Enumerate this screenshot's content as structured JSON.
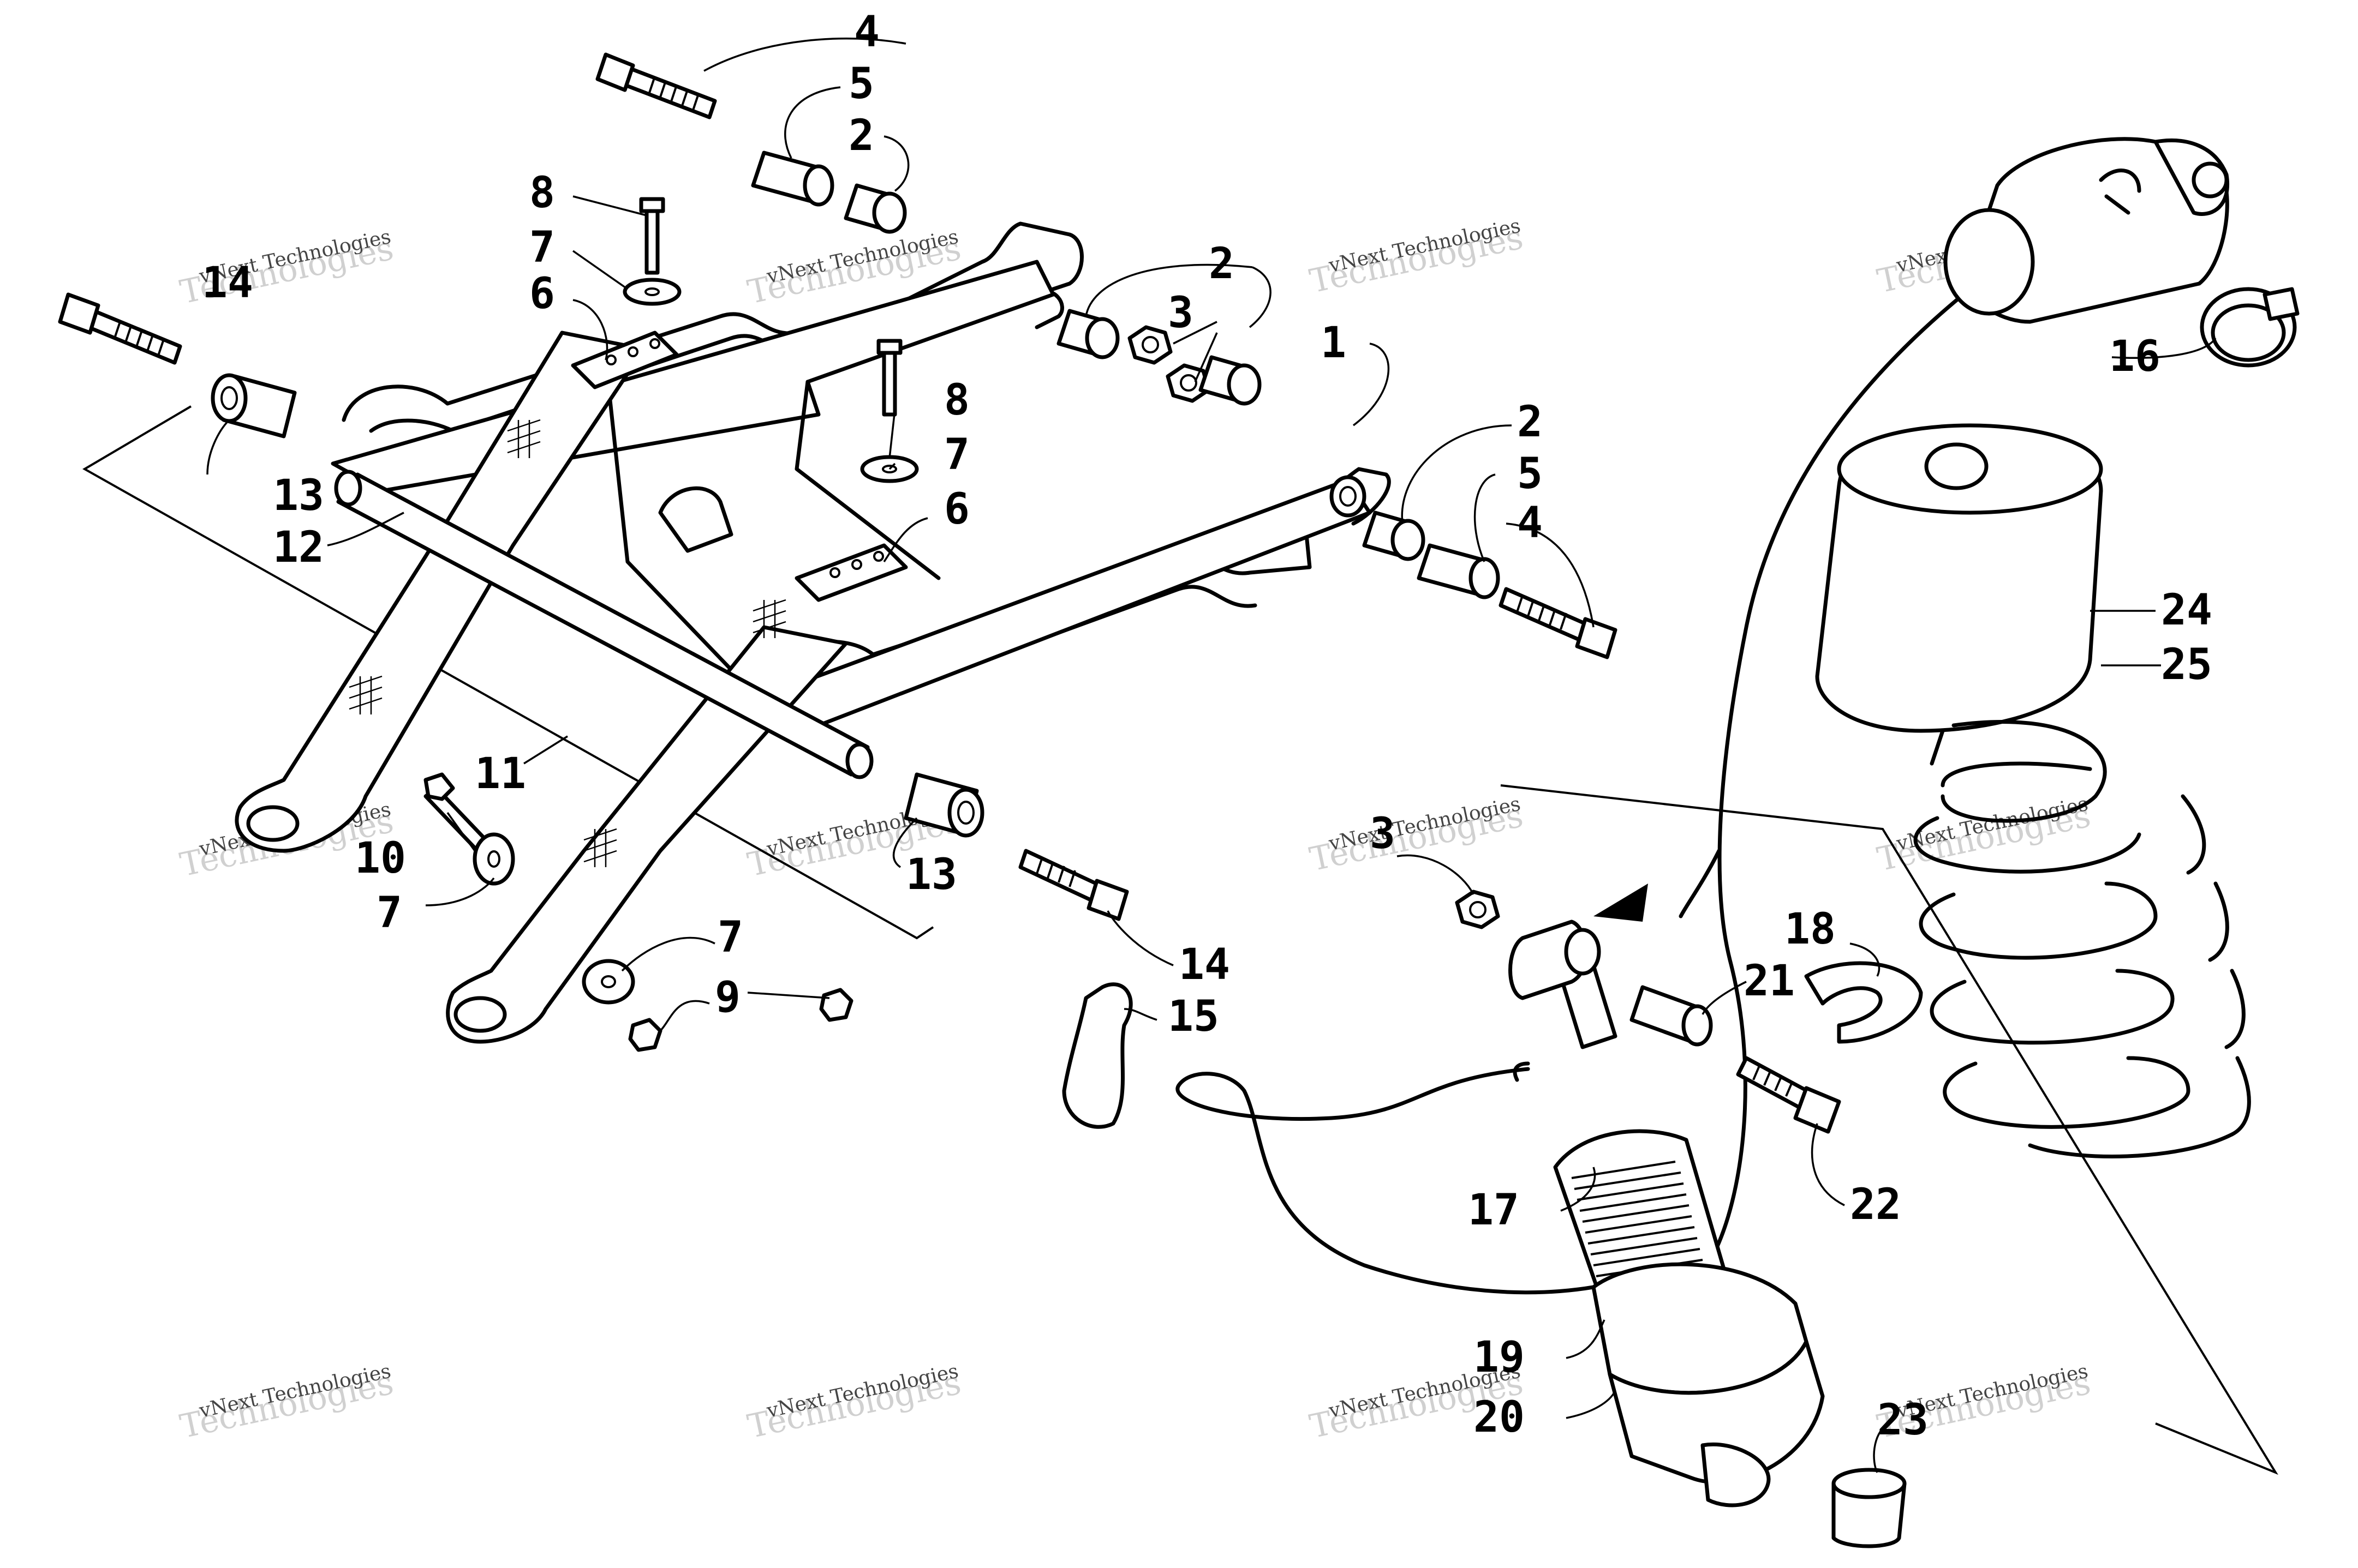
{
  "watermark": {
    "line1": "vNext Technologies",
    "line2": "Technologies"
  },
  "callouts": [
    {
      "id": "c4a",
      "label": "4"
    },
    {
      "id": "c5a",
      "label": "5"
    },
    {
      "id": "c2a",
      "label": "2"
    },
    {
      "id": "c8a",
      "label": "8"
    },
    {
      "id": "c7a",
      "label": "7"
    },
    {
      "id": "c6a",
      "label": "6"
    },
    {
      "id": "c14a",
      "label": "14"
    },
    {
      "id": "c13a",
      "label": "13"
    },
    {
      "id": "c12",
      "label": "12"
    },
    {
      "id": "c2b",
      "label": "2"
    },
    {
      "id": "c3a",
      "label": "3"
    },
    {
      "id": "c1",
      "label": "1"
    },
    {
      "id": "c8b",
      "label": "8"
    },
    {
      "id": "c7b",
      "label": "7"
    },
    {
      "id": "c6b",
      "label": "6"
    },
    {
      "id": "c2c",
      "label": "2"
    },
    {
      "id": "c5b",
      "label": "5"
    },
    {
      "id": "c4b",
      "label": "4"
    },
    {
      "id": "c11",
      "label": "11"
    },
    {
      "id": "c10",
      "label": "10"
    },
    {
      "id": "c7c",
      "label": "7"
    },
    {
      "id": "c13b",
      "label": "13"
    },
    {
      "id": "c7d",
      "label": "7"
    },
    {
      "id": "c9",
      "label": "9"
    },
    {
      "id": "c14b",
      "label": "14"
    },
    {
      "id": "c15",
      "label": "15"
    },
    {
      "id": "c16",
      "label": "16"
    },
    {
      "id": "c24",
      "label": "24"
    },
    {
      "id": "c25",
      "label": "25"
    },
    {
      "id": "c3b",
      "label": "3"
    },
    {
      "id": "c18",
      "label": "18"
    },
    {
      "id": "c21",
      "label": "21"
    },
    {
      "id": "c22",
      "label": "22"
    },
    {
      "id": "c17",
      "label": "17"
    },
    {
      "id": "c19",
      "label": "19"
    },
    {
      "id": "c20",
      "label": "20"
    },
    {
      "id": "c23",
      "label": "23"
    }
  ]
}
